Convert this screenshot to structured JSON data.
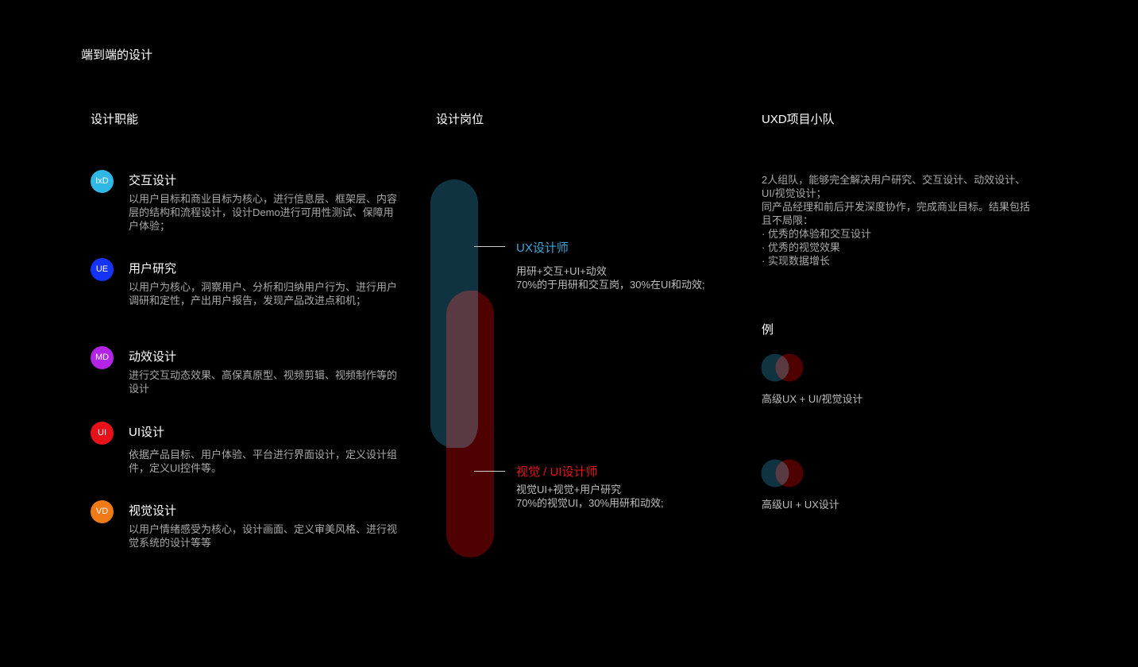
{
  "page_title": "端到端的设计",
  "headings": {
    "functions": "设计职能",
    "positions": "设计岗位",
    "team": "UXD项目小队"
  },
  "functions": [
    {
      "badge": "IxD",
      "badge_color": "#2fb8e6",
      "title": "交互设计",
      "desc": "以用户目标和商业目标为核心，进行信息层、框架层、内容层的结构和流程设计，设计Demo进行可用性测试、保障用户体验；"
    },
    {
      "badge": "UE",
      "badge_color": "#1533f5",
      "title": "用户研究",
      "desc": "以用户为核心，洞察用户、分析和归纳用户行为、进行用户调研和定性，产出用户报告，发现产品改进点和机；"
    },
    {
      "badge": "MD",
      "badge_color": "#b324e6",
      "title": "动效设计",
      "desc": "进行交互动态效果、高保真原型、视频剪辑、视频制作等的设计"
    },
    {
      "badge": "UI",
      "badge_color": "#e8111a",
      "title": "UI设计",
      "desc": "依据产品目标、用户体验、平台进行界面设计，定义设计组件，定义UI控件等。"
    },
    {
      "badge": "VD",
      "badge_color": "#f07a16",
      "title": "视觉设计",
      "desc": "以用户情绪感受为核心，设计画面、定义审美风格、进行视觉系统的设计等等"
    }
  ],
  "positions": {
    "ux": {
      "title": "UX设计师",
      "color": "#39a9dc",
      "line1": "用研+交互+UI+动效",
      "line2": "70%的于用研和交互岗，30%在UI和动效;"
    },
    "ui": {
      "title": "视觉 / UI设计师",
      "color": "#e8111a",
      "line1": "视觉UI+视觉+用户研究",
      "line2": "70%的视觉UI，30%用研和动效;"
    }
  },
  "team": {
    "lines": [
      "2人组队，能够完全解决用户研究、交互设计、动效设计、UI/视觉设计；",
      "同产品经理和前后开发深度协作，完成商业目标。结果包括且不局限：",
      "· 优秀的体验和交互设计",
      "· 优秀的视觉效果",
      "· 实现数据增长"
    ],
    "example_heading": "例",
    "examples": [
      {
        "label": "高级UX + UI/视觉设计"
      },
      {
        "label": "高级UI + UX设计"
      }
    ]
  },
  "colors": {
    "ux_bar": "#0f3340",
    "ui_bar": "#4f0000",
    "overlap": "#5a3a42"
  }
}
